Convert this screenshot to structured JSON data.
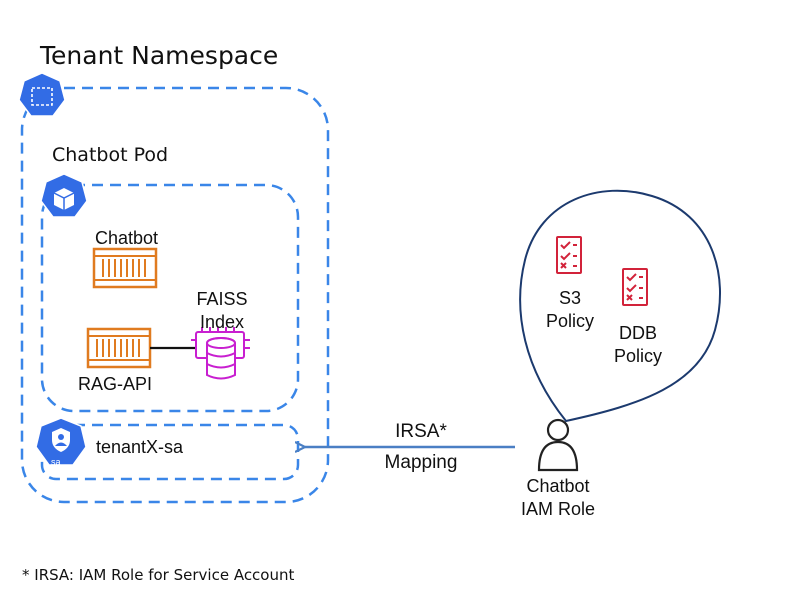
{
  "namespace": {
    "title": "Tenant Namespace"
  },
  "pod": {
    "title": "Chatbot Pod"
  },
  "containers": {
    "chatbot": "Chatbot",
    "rag_api": "RAG-API",
    "faiss_line1": "FAISS",
    "faiss_line2": "Index"
  },
  "service_account": {
    "label": "tenantX-sa",
    "icon_text": "sa"
  },
  "mapping": {
    "line1": "IRSA*",
    "line2": "Mapping"
  },
  "iam_role": {
    "line1": "Chatbot",
    "line2": "IAM Role"
  },
  "policies": {
    "s3_line1": "S3",
    "s3_line2": "Policy",
    "ddb_line1": "DDB",
    "ddb_line2": "Policy"
  },
  "footnote": "* IRSA: IAM Role for Service Account",
  "colors": {
    "dashed_blue": "#3a86e8",
    "k8s_blue": "#326ce5",
    "container_orange": "#e07b20",
    "faiss_magenta": "#c81fd0",
    "policy_red": "#d2233a",
    "arrow_blue": "#4a7fc4"
  }
}
